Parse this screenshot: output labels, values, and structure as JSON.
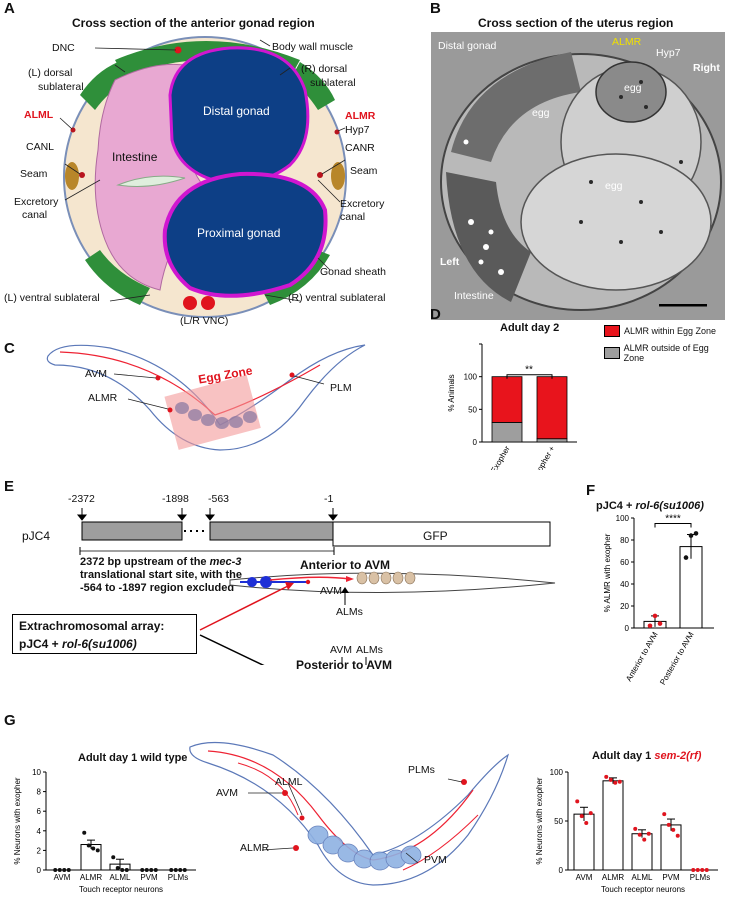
{
  "panels": {
    "A": "A",
    "B": "B",
    "C": "C",
    "D": "D",
    "E": "E",
    "F": "F",
    "G": "G"
  },
  "panelA": {
    "title": "Cross section of the anterior gonad region",
    "labels": {
      "dnc": "DNC",
      "body_wall_muscle": "Body wall muscle",
      "l_dorsal": "(L) dorsal",
      "r_dorsal": "(R) dorsal",
      "sublateral_l": "sublateral",
      "sublateral_r": "sublateral",
      "alml": "ALML",
      "almr": "ALMR",
      "hyp7": "Hyp7",
      "canl": "CANL",
      "canr": "CANR",
      "seam_l": "Seam",
      "seam_r": "Seam",
      "intestine": "Intestine",
      "distal_gonad": "Distal gonad",
      "proximal_gonad": "Proximal gonad",
      "excretory_l": "Excretory",
      "canal_l": "canal",
      "excretory_r": "Excretory",
      "canal_r": "canal",
      "gonad_sheath": "Gonad sheath",
      "l_ventral": "(L) ventral sublateral",
      "r_ventral": "(R) ventral sublateral",
      "lr_vnc": "(L/R VNC)"
    }
  },
  "panelB": {
    "title": "Cross section of the uterus region",
    "labels": {
      "distal_gonad": "Distal gonad",
      "almr": "ALMR",
      "hyp7": "Hyp7",
      "right": "Right",
      "egg1": "egg",
      "egg2": "egg",
      "egg3": "egg",
      "left": "Left",
      "intestine": "Intestine"
    }
  },
  "panelC": {
    "labels": {
      "avm": "AVM",
      "almr": "ALMR",
      "egg_zone": "Egg Zone",
      "plm": "PLM"
    }
  },
  "panelD": {
    "title": "Adult day 2",
    "legend": [
      "ALMR within Egg Zone",
      "ALMR outside of Egg Zone"
    ],
    "significance": "**",
    "chart_data": {
      "type": "bar",
      "stacked": true,
      "categories": [
        "No Exopher",
        "Exopher +"
      ],
      "series": [
        {
          "name": "ALMR outside of Egg Zone",
          "values": [
            30,
            5
          ],
          "color": "#9e9e9e"
        },
        {
          "name": "ALMR within Egg Zone",
          "values": [
            70,
            95
          ],
          "color": "#e8141c"
        }
      ],
      "ylabel": "% Animals",
      "yticks": [
        "0",
        "50",
        "100"
      ],
      "ylim": [
        0,
        150
      ]
    }
  },
  "panelE": {
    "construct": "pJC4",
    "positions": [
      "-2372",
      "-1898",
      "-563",
      "-1"
    ],
    "gfp": "GFP",
    "desc_1_pre": "2372 bp upstream of the ",
    "desc_1_gene": "mec-3",
    "desc_2": "translational start site, with the",
    "desc_3": "-564 to -1897 region excluded",
    "anterior_title": "Anterior to AVM",
    "posterior_title": "Posterior to AVM",
    "avm1": "AVM",
    "alms1": "ALMs",
    "avm2": "AVM",
    "alms2": "ALMs",
    "array_line1": "Extrachromosomal array:",
    "array_line2_pre": "pJC4 + ",
    "array_line2_it": "rol-6(su1006)"
  },
  "panelF": {
    "title_pre": "pJC4 + ",
    "title_it": "rol-6(su1006)",
    "significance": "****",
    "chart_data": {
      "type": "bar",
      "categories": [
        "Anterior to AVM",
        "Posterior to AVM"
      ],
      "values": [
        6,
        74
      ],
      "errors": [
        5,
        11
      ],
      "points": [
        [
          2,
          11,
          4
        ],
        [
          64,
          84,
          86
        ]
      ],
      "ylabel": "% ALMR with exopher",
      "yticks": [
        "0",
        "20",
        "40",
        "60",
        "80",
        "100"
      ],
      "ylim": [
        0,
        100
      ]
    }
  },
  "panelG": {
    "left_title": "Adult day 1 wild type",
    "right_title_pre": "Adult day 1 ",
    "right_title_it": "sem-2(rf)",
    "worm_labels": {
      "avm": "AVM",
      "alml": "ALML",
      "almr": "ALMR",
      "pvm": "PVM",
      "plms": "PLMs"
    },
    "chart_left": {
      "type": "bar",
      "categories": [
        "AVM",
        "ALMR",
        "ALML",
        "PVM",
        "PLMs"
      ],
      "values": [
        0,
        2.6,
        0.6,
        0,
        0
      ],
      "errors": [
        0,
        0.45,
        0.5,
        0,
        0
      ],
      "points": [
        [
          0,
          0,
          0,
          0
        ],
        [
          3.8,
          2.5,
          2.2,
          2.0
        ],
        [
          1.3,
          0.2,
          0,
          0
        ],
        [
          0,
          0,
          0,
          0
        ],
        [
          0,
          0,
          0,
          0
        ]
      ],
      "ylabel": "% Neurons with exopher",
      "xlabel": "Touch receptor neurons",
      "yticks": [
        "0",
        "2",
        "4",
        "6",
        "8",
        "10"
      ],
      "ylim": [
        0,
        10
      ]
    },
    "chart_right": {
      "type": "bar",
      "categories": [
        "AVM",
        "ALMR",
        "ALML",
        "PVM",
        "PLMs"
      ],
      "values": [
        57,
        91,
        37,
        46,
        0
      ],
      "errors": [
        7,
        3,
        4,
        6,
        0
      ],
      "points": [
        [
          70,
          55,
          48,
          58
        ],
        [
          95,
          92,
          89,
          90
        ],
        [
          42,
          36,
          31,
          37
        ],
        [
          57,
          46,
          41,
          35
        ],
        [
          0,
          0,
          0,
          0
        ]
      ],
      "ylabel": "% Neurons with exopher",
      "xlabel": "Touch receptor neurons",
      "yticks": [
        "0",
        "50",
        "100"
      ],
      "ylim": [
        0,
        100
      ]
    }
  }
}
